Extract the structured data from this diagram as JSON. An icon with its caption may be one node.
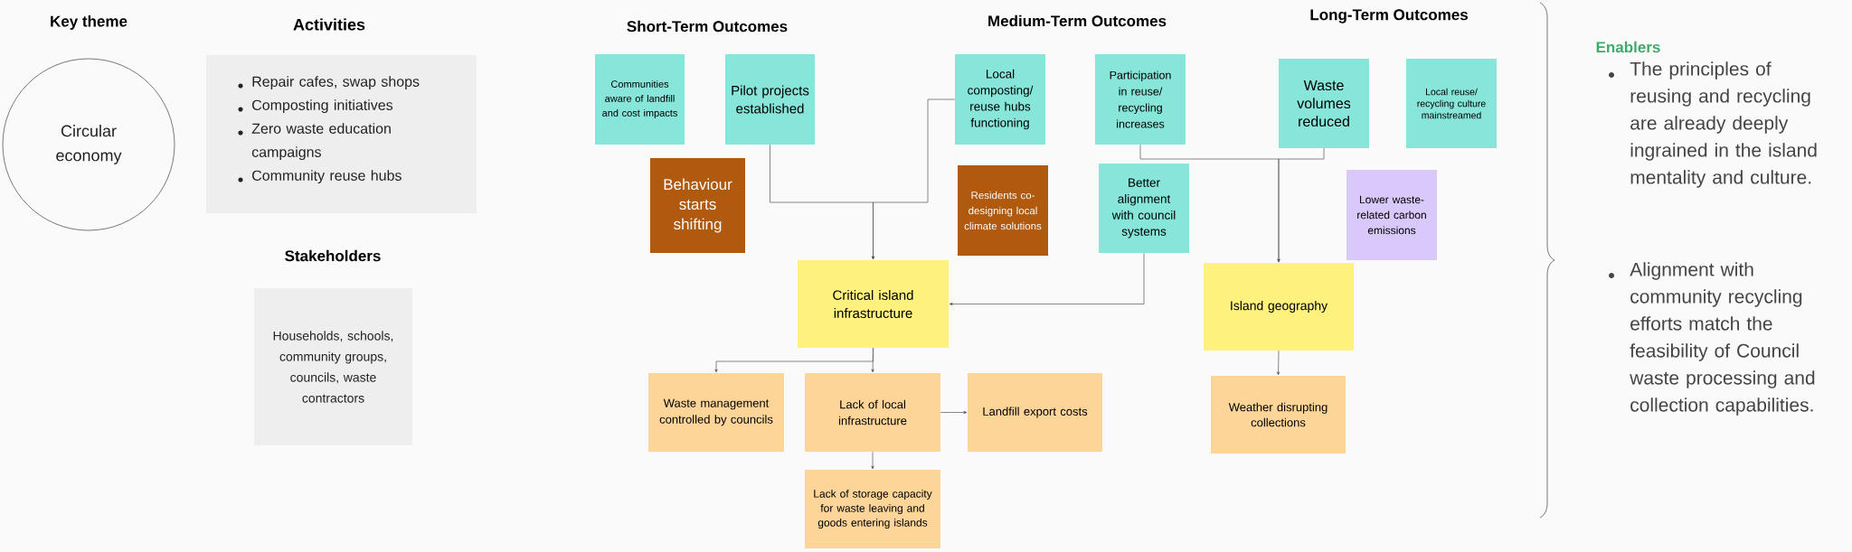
{
  "diagram": {
    "nodes": [
      {
        "text": [
          "Key theme",
          "Circular economy"
        ]
      },
      {
        "text": [
          "Activities",
          "Repair cafes, swap shops",
          "Composting initiatives",
          "Zero waste education campaigns",
          "Community reuse hubs"
        ]
      },
      {
        "text": [
          "Stakeholders",
          "Households, schools, community groups, councils, waste contractors"
        ]
      },
      {
        "text": [
          "Communities aware of landfill and cost impacts"
        ]
      },
      {
        "text": [
          "Pilot projects established"
        ]
      },
      {
        "text": [
          "Local composting/ reuse hubs functioning"
        ]
      },
      {
        "text": [
          "Participation in reuse/ recycling increases"
        ]
      },
      {
        "text": [
          "Waste volumes reduced"
        ]
      },
      {
        "text": [
          "Local reuse/ recycling culture mainstreamed"
        ]
      },
      {
        "text": [
          "Behaviour starts shifting"
        ]
      },
      {
        "text": [
          "Residents co-designing local climate solutions"
        ]
      },
      {
        "text": [
          "Better alignment with council systems"
        ]
      },
      {
        "text": [
          "Lower waste-related carbon emissions"
        ]
      },
      {
        "text": [
          "Critical island infrastructure"
        ]
      },
      {
        "text": [
          "Island geography"
        ]
      },
      {
        "text": [
          "Waste management controlled by councils"
        ]
      },
      {
        "text": [
          "Lack of local infrastructure"
        ]
      },
      {
        "text": [
          "Landfill export costs"
        ]
      },
      {
        "text": [
          "Weather disrupting collections"
        ]
      },
      {
        "text": [
          "Lack of storage capacity for waste leaving and goods entering islands"
        ]
      }
    ],
    "edges": [
      {
        "from": 4,
        "to": 13,
        "arrow": "to"
      },
      {
        "from": 5,
        "to": 13,
        "arrow": "to"
      },
      {
        "from": 11,
        "to": 13,
        "arrow": "to"
      },
      {
        "from": 6,
        "to": 14,
        "arrow": "to"
      },
      {
        "from": 7,
        "to": 14,
        "arrow": "to"
      },
      {
        "from": 13,
        "to": 15,
        "arrow": "to"
      },
      {
        "from": 13,
        "to": 16,
        "arrow": "to"
      },
      {
        "from": 16,
        "to": 17,
        "arrow": "to"
      },
      {
        "from": 16,
        "to": 19,
        "arrow": "to"
      },
      {
        "from": 14,
        "to": 18,
        "arrow": "to"
      }
    ],
    "labels": [
      "Short-Term Outcomes",
      "Medium-Term Outcomes",
      "Long-Term Outcomes",
      "Enablers",
      "The principles of reusing and recycling are already deeply ingrained in the island mentality and culture.",
      "Alignment with community recycling efforts match the feasibility of Council waste processing and collection capabilities."
    ]
  }
}
